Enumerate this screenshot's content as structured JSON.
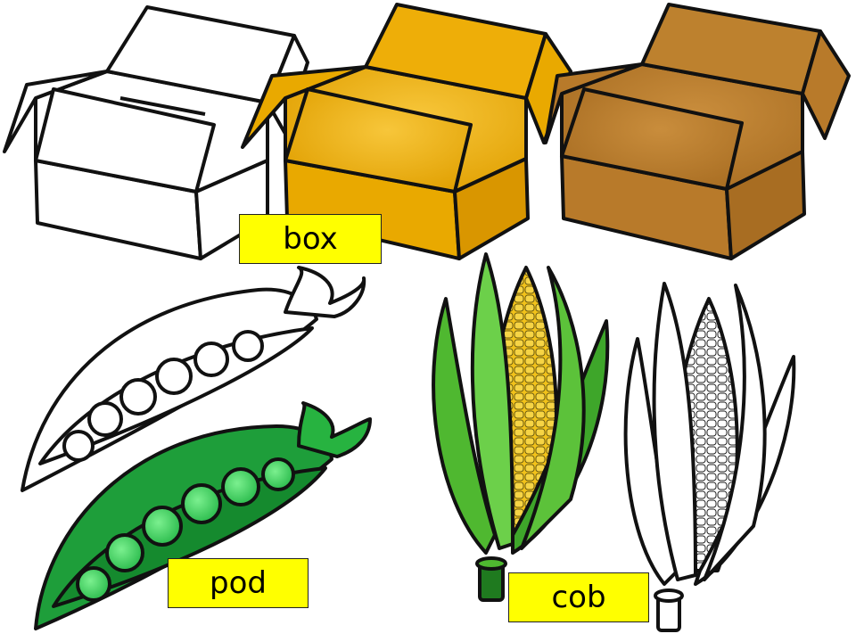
{
  "labels": {
    "box": "box",
    "pod": "pod",
    "cob": "cob"
  },
  "colors": {
    "background": "#ffffff",
    "label_bg": "#ffff00",
    "outline": "#000000",
    "box_yellow": "#e9a900",
    "box_brown": "#b87a2a",
    "pod_green": "#1e9e3a",
    "pea_green": "#35cc55",
    "husk_green": "#5cc23a",
    "corn_yellow": "#f2c21a"
  },
  "pictures": [
    "box-outline",
    "box-yellow",
    "box-brown",
    "pod-outline",
    "pod-green",
    "corn-cob-color",
    "corn-cob-outline"
  ]
}
